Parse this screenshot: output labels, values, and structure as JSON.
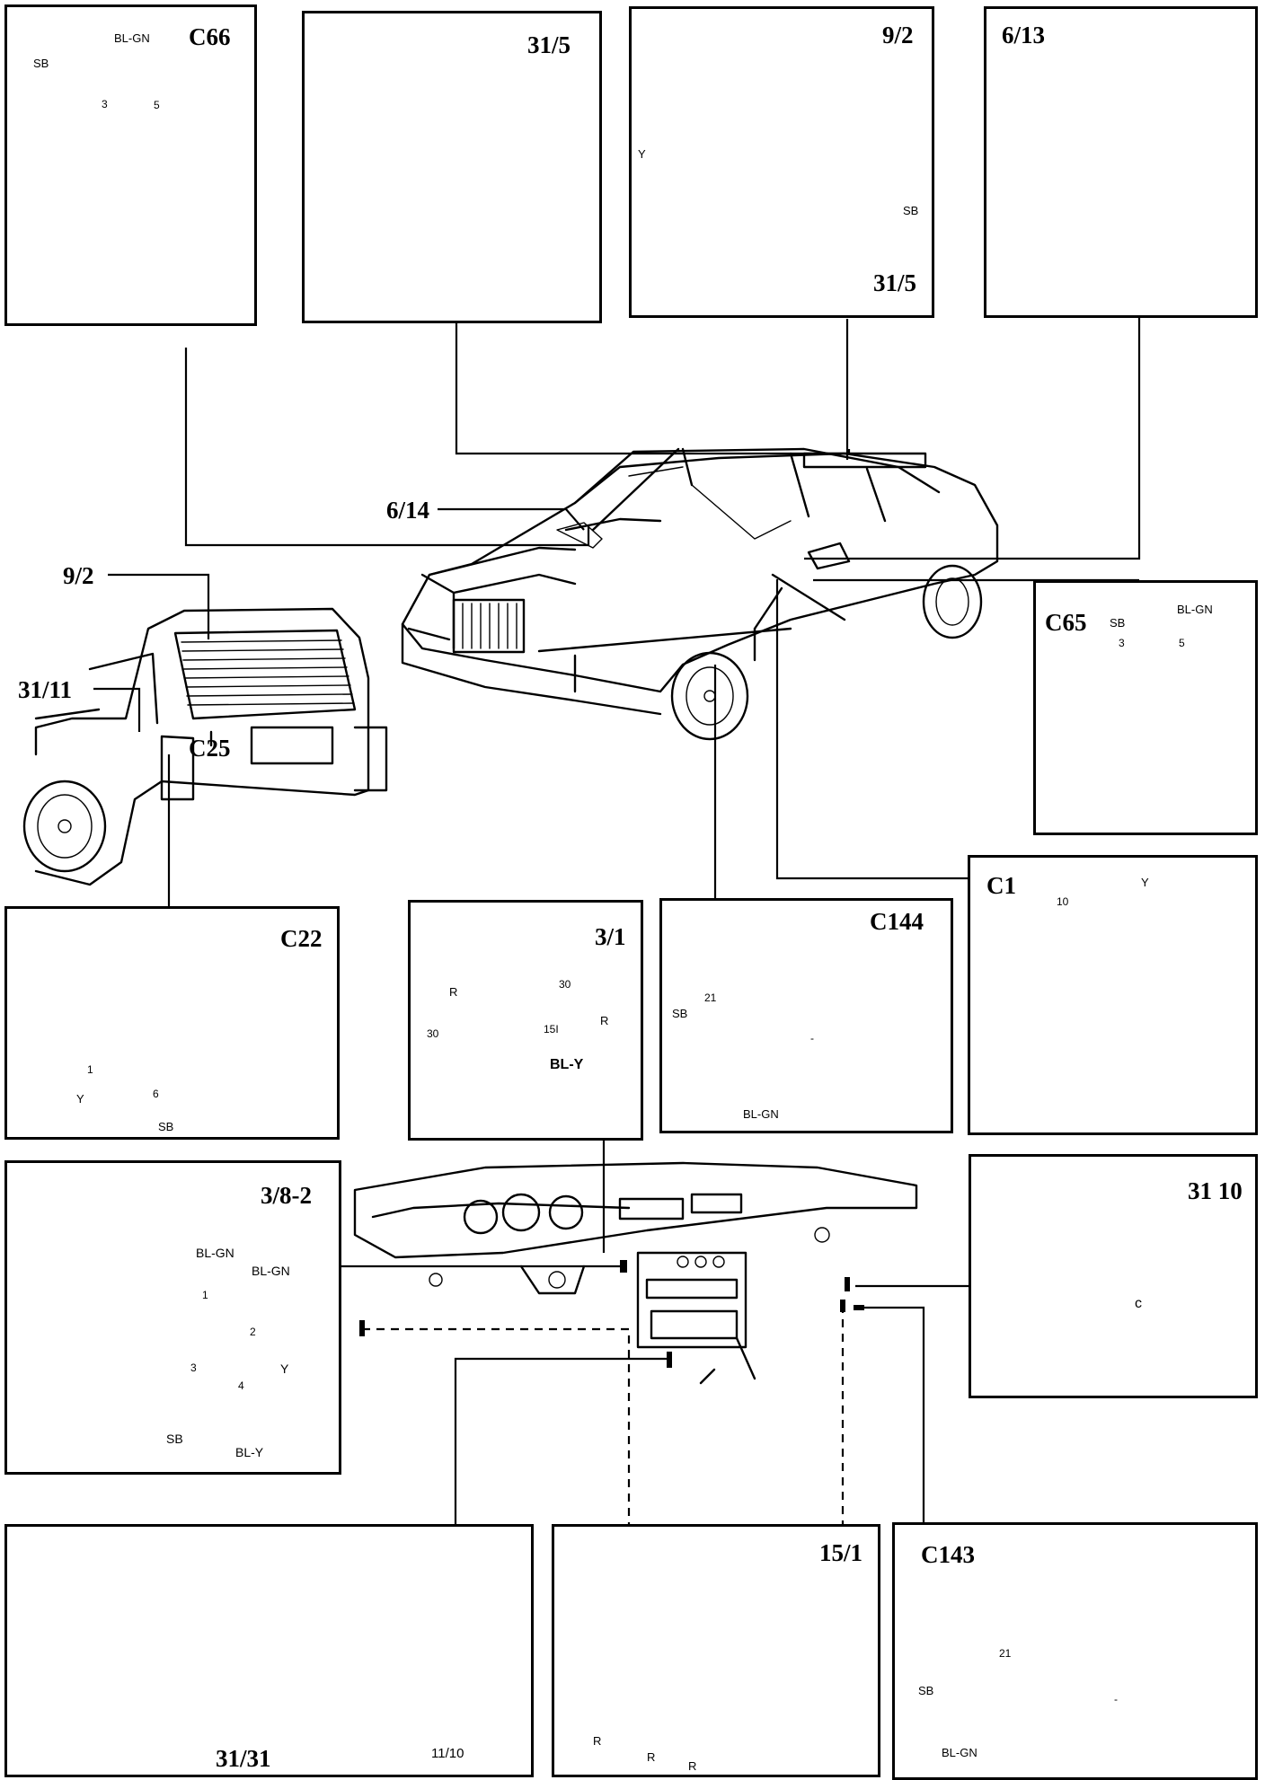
{
  "diagram": {
    "panels": {
      "c66": {
        "label": "C66",
        "wires": {
          "sb": "SB",
          "bl_gn": "BL-GN"
        },
        "pins": {
          "p3": "3",
          "p5": "5"
        }
      },
      "p31_5_top": {
        "label": "31/5"
      },
      "p9_2_top": {
        "label": "9/2",
        "wires": {
          "y": "Y",
          "sb": "SB"
        },
        "ground_label": "31/5"
      },
      "p6_13": {
        "label": "6/13"
      },
      "c65": {
        "label": "C65",
        "wires": {
          "sb": "SB",
          "bl_gn": "BL-GN"
        },
        "pins": {
          "p3": "3",
          "p5": "5"
        }
      },
      "c1": {
        "label": "C1",
        "wires": {
          "y": "Y"
        },
        "pins": {
          "p10": "10"
        }
      },
      "c22": {
        "label": "C22",
        "wires": {
          "y": "Y",
          "sb": "SB"
        },
        "pins": {
          "p1": "1",
          "p6": "6"
        }
      },
      "p3_1": {
        "label": "3/1",
        "wires": {
          "r_left": "R",
          "r_right": "R",
          "bl_y": "BL-Y"
        },
        "pins": {
          "p30a": "30",
          "p30b": "30",
          "p15i": "15I"
        }
      },
      "c144": {
        "label": "C144",
        "wires": {
          "sb": "SB",
          "bl_gn": "BL-GN"
        },
        "pins": {
          "p21": "21",
          "p_dash": "-"
        }
      },
      "p3_8_2": {
        "label": "3/8-2",
        "wires": {
          "bl_gn_a": "BL-GN",
          "bl_gn_b": "BL-GN",
          "y": "Y",
          "sb": "SB",
          "bl_y": "BL-Y"
        },
        "pins": {
          "p1": "1",
          "p2": "2",
          "p3": "3",
          "p4": "4"
        }
      },
      "p31_10": {
        "label": "31 10",
        "pins": {
          "p_c": "c"
        }
      },
      "p31_31": {
        "label": "31/31",
        "sub_label": "11/10"
      },
      "p15_1": {
        "label": "15/1",
        "wires": {
          "r1": "R",
          "r2": "R",
          "r3": "R"
        }
      },
      "c143": {
        "label": "C143",
        "wires": {
          "sb": "SB",
          "bl_gn": "BL-GN"
        },
        "pins": {
          "p21": "21",
          "p_dash": "-"
        }
      }
    },
    "callouts": {
      "sedan_6_14": "6/14",
      "wagon_9_2": "9/2",
      "wagon_31_11": "31/11",
      "wagon_c25": "C25"
    }
  }
}
